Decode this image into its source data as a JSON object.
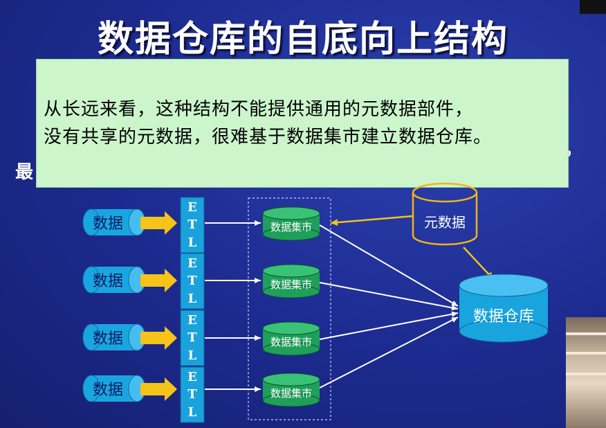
{
  "slide": {
    "title": "数据仓库的自底向上结构",
    "hidden_fragment_right": "略，",
    "hidden_fragment_left": "最"
  },
  "callout": {
    "line1": "从长远来看，这种结构不能提供通用的元数据部件，",
    "line2": "没有共享的元数据，很难基于数据集市建立数据仓库。"
  },
  "diagram": {
    "sources": [
      "数据",
      "数据",
      "数据",
      "数据"
    ],
    "etl_letters": [
      "E",
      "T",
      "L"
    ],
    "marts": [
      "数据集市",
      "数据集市",
      "数据集市",
      "数据集市"
    ],
    "metadata": "元数据",
    "warehouse": "数据仓库",
    "colors": {
      "source_fill": "#19a6e0",
      "mart_fill": "#1f9f59",
      "warehouse_fill": "#1aa4de",
      "etl_fill": "#1aa2dc",
      "arrow_fill": "#f6c319",
      "metadata_stroke": "#f2b418"
    }
  }
}
